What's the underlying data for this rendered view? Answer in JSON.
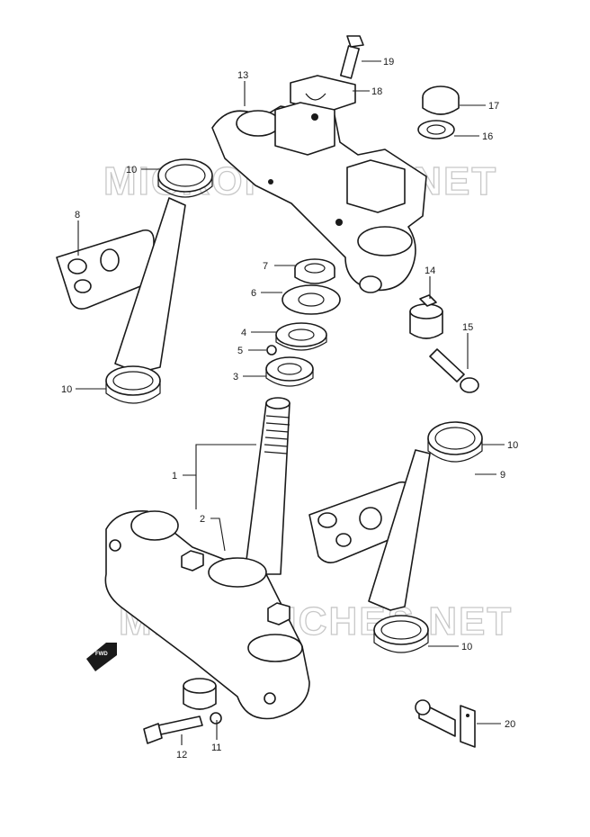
{
  "watermark": "MICROFICHES.NET",
  "fwd_badge": "FWD",
  "callouts": {
    "c1": "1",
    "c2": "2",
    "c3": "3",
    "c4": "4",
    "c5": "5",
    "c6": "6",
    "c7": "7",
    "c8": "8",
    "c9": "9",
    "c10a": "10",
    "c10b": "10",
    "c10c": "10",
    "c10d": "10",
    "c11": "11",
    "c12": "12",
    "c13": "13",
    "c14": "14",
    "c15": "15",
    "c16": "16",
    "c17": "17",
    "c18": "18",
    "c19": "19",
    "c20": "20"
  }
}
